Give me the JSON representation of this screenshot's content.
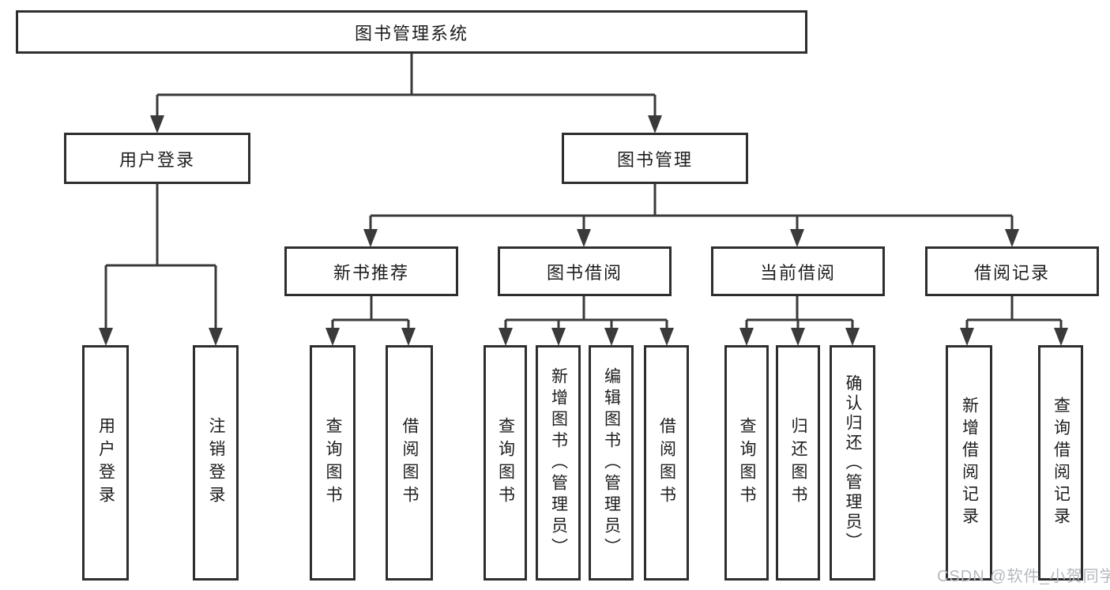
{
  "diagram": {
    "title": "图书管理系统",
    "root": {
      "label": "图书管理系统"
    },
    "level2": [
      {
        "label": "用户登录",
        "parent": "图书管理系统"
      },
      {
        "label": "图书管理",
        "parent": "图书管理系统"
      }
    ],
    "level3": [
      {
        "label": "新书推荐",
        "parent": "图书管理"
      },
      {
        "label": "图书借阅",
        "parent": "图书管理"
      },
      {
        "label": "当前借阅",
        "parent": "图书管理"
      },
      {
        "label": "借阅记录",
        "parent": "图书管理"
      }
    ],
    "leaves": [
      {
        "label": "用户登录",
        "parent": "用户登录"
      },
      {
        "label": "注销登录",
        "parent": "用户登录"
      },
      {
        "label": "查询图书",
        "parent": "新书推荐"
      },
      {
        "label": "借阅图书",
        "parent": "新书推荐"
      },
      {
        "label": "查询图书",
        "parent": "图书借阅"
      },
      {
        "label": "新增图书（管理员）",
        "parent": "图书借阅"
      },
      {
        "label": "编辑图书（管理员）",
        "parent": "图书借阅"
      },
      {
        "label": "借阅图书",
        "parent": "图书借阅"
      },
      {
        "label": "查询图书",
        "parent": "当前借阅"
      },
      {
        "label": "归还图书",
        "parent": "当前借阅"
      },
      {
        "label": "确认归还（管理员）",
        "parent": "当前借阅"
      },
      {
        "label": "新增借阅记录",
        "parent": "借阅记录"
      },
      {
        "label": "查询借阅记录",
        "parent": "借阅记录"
      }
    ],
    "watermark": "CSDN @软件_小贺同学",
    "colors": {
      "line": "#3a3a3a",
      "box_border": "#2e2e2e",
      "text": "#1d1d1f",
      "watermark": "#b5b9c0",
      "background": "#ffffff"
    }
  }
}
